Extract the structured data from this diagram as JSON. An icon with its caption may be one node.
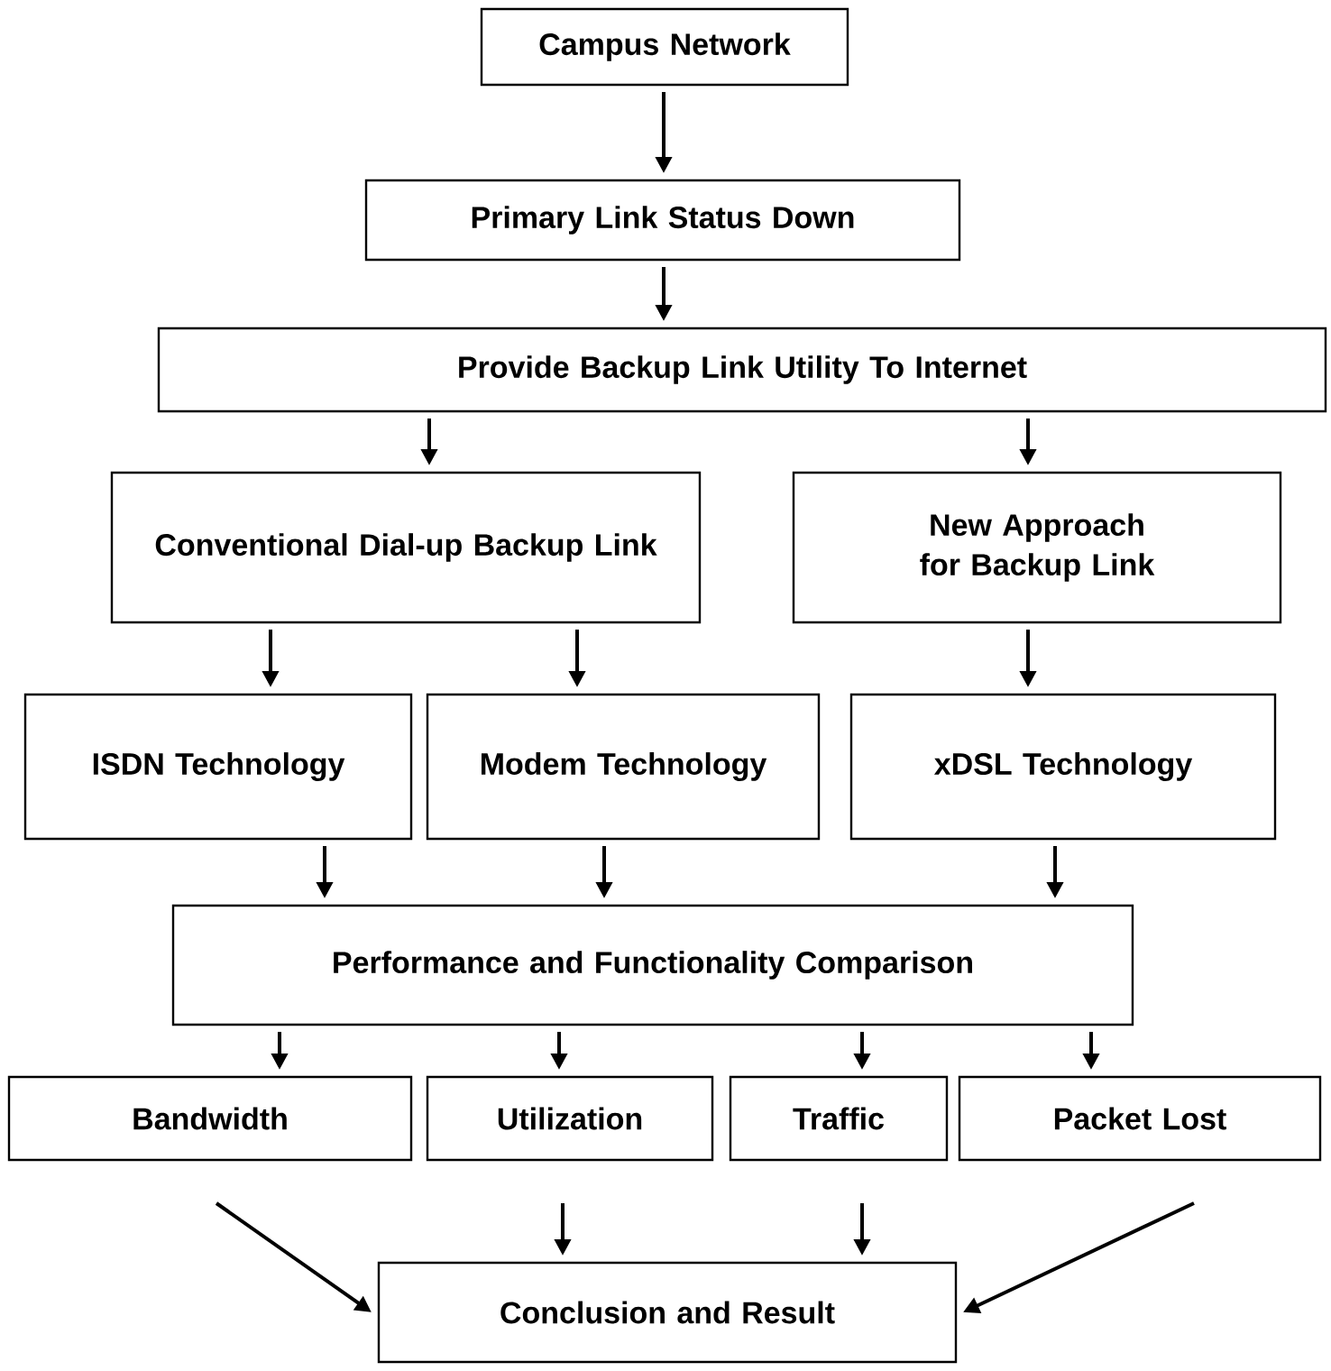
{
  "diagram": {
    "nodes": [
      {
        "text": [
          "Campus Network"
        ]
      },
      {
        "text": [
          "Primary Link Status Down"
        ]
      },
      {
        "text": [
          "Provide Backup Link Utility To Internet"
        ]
      },
      {
        "text": [
          "Conventional Dial-up Backup Link"
        ]
      },
      {
        "text": [
          "New Approach for Backup Link"
        ]
      },
      {
        "text": [
          "ISDN Technology"
        ]
      },
      {
        "text": [
          "Modem Technology"
        ]
      },
      {
        "text": [
          "xDSL Technology"
        ]
      },
      {
        "text": [
          "Performance and Functionality Comparison"
        ]
      },
      {
        "text": [
          "Bandwidth"
        ]
      },
      {
        "text": [
          "Utilization"
        ]
      },
      {
        "text": [
          "Traffic"
        ]
      },
      {
        "text": [
          "Packet Lost"
        ]
      },
      {
        "text": [
          "Conclusion and Result"
        ]
      }
    ],
    "edges": [
      {
        "from": 0,
        "to": 1,
        "arrow": "to"
      },
      {
        "from": 1,
        "to": 2,
        "arrow": "to"
      },
      {
        "from": 2,
        "to": 3,
        "arrow": "to"
      },
      {
        "from": 2,
        "to": 4,
        "arrow": "to"
      },
      {
        "from": 3,
        "to": 5,
        "arrow": "to"
      },
      {
        "from": 3,
        "to": 6,
        "arrow": "to"
      },
      {
        "from": 4,
        "to": 7,
        "arrow": "to"
      },
      {
        "from": 5,
        "to": 8,
        "arrow": "to"
      },
      {
        "from": 6,
        "to": 8,
        "arrow": "to"
      },
      {
        "from": 7,
        "to": 8,
        "arrow": "to"
      },
      {
        "from": 8,
        "to": 9,
        "arrow": "to"
      },
      {
        "from": 8,
        "to": 10,
        "arrow": "to"
      },
      {
        "from": 8,
        "to": 11,
        "arrow": "to"
      },
      {
        "from": 8,
        "to": 12,
        "arrow": "to"
      },
      {
        "from": 9,
        "to": 13,
        "arrow": "to"
      },
      {
        "from": 10,
        "to": 13,
        "arrow": "to"
      },
      {
        "from": 11,
        "to": 13,
        "arrow": "to"
      },
      {
        "from": 12,
        "to": 13,
        "arrow": "to"
      }
    ]
  }
}
